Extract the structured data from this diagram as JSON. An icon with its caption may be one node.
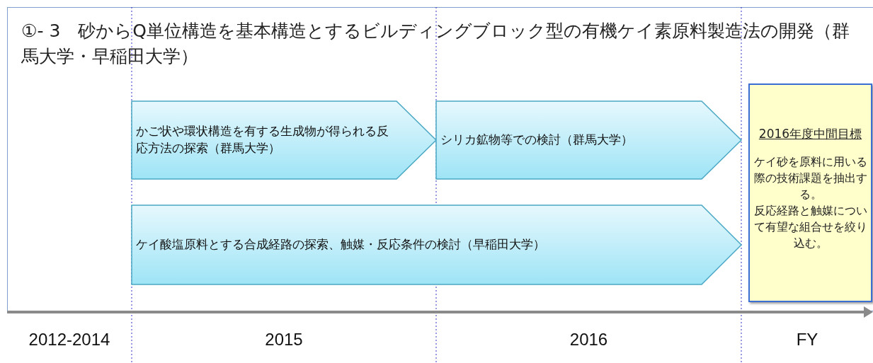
{
  "diagram": {
    "title": "①- 3　砂からQ単位構造を基本構造とするビルディングブロック型の有機ケイ素原料製造法の開発（群馬大学・早稲田大学）",
    "nodes": [
      {
        "text": [
          "かご状や環状構造を有する生成物が得られる反応方法の探索（群馬大学）"
        ]
      },
      {
        "text": [
          "シリカ鉱物等での検討（群馬大学）"
        ]
      },
      {
        "text": [
          "ケイ酸塩原料とする合成経路の探索、触媒・反応条件の検討（早稲田大学）"
        ]
      },
      {
        "text": [
          "2016年度中間目標",
          "ケイ砂を原料に用いる際の技術課題を抽出する。",
          "反応経路と触媒について有望な組合せを絞り込む。"
        ]
      }
    ],
    "labels": [
      "2012-2014",
      "2015",
      "2016",
      "FY"
    ]
  }
}
